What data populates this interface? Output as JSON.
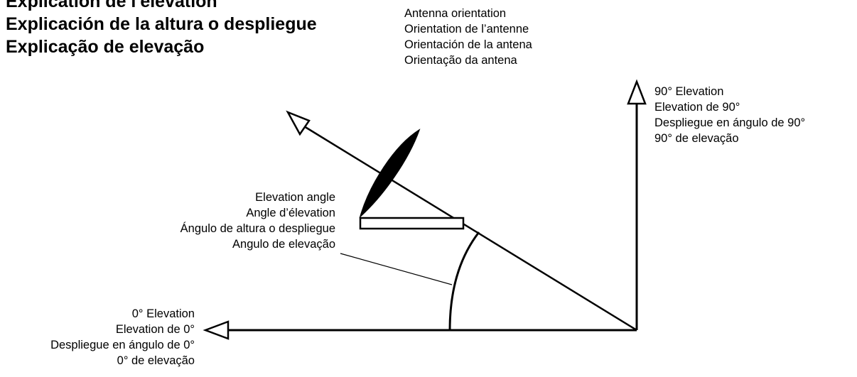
{
  "title": {
    "lines": [
      "Explication de l'élévation",
      "Explicación de la altura o despliegue",
      "Explicação de elevação"
    ]
  },
  "antenna_orientation": {
    "lines": [
      "Antenna orientation",
      "Orientation de l’antenne",
      "Orientación de la antena",
      "Orientação da antena"
    ]
  },
  "elevation_90": {
    "lines": [
      "90° Elevation",
      "Elevation de 90°",
      "Despliegue en ángulo de 90°",
      "90° de elevação"
    ]
  },
  "elevation_angle": {
    "lines": [
      "Elevation angle",
      "Angle d’élevation",
      "Ángulo de altura o despliegue",
      "Angulo de elevação"
    ]
  },
  "elevation_0": {
    "lines": [
      "0° Elevation",
      "Elevation de 0°",
      "Despliegue en ángulo de 0°",
      "0° de elevação"
    ]
  }
}
